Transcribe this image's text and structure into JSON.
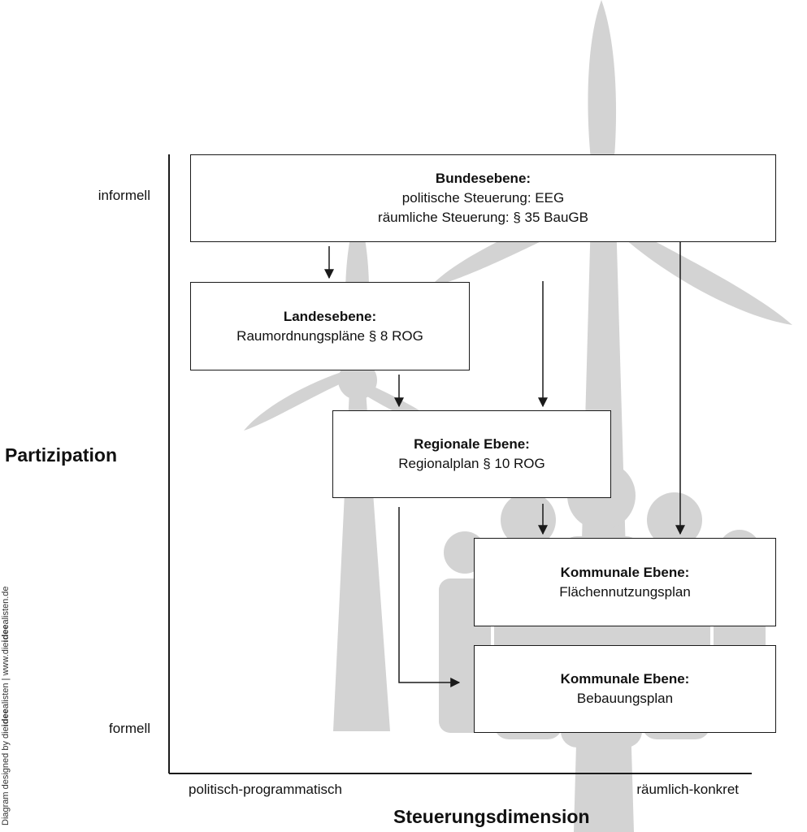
{
  "y_axis": {
    "title": "Partizipation",
    "top_label": "informell",
    "bottom_label": "formell"
  },
  "x_axis": {
    "title": "Steuerungsdimension",
    "left_label": "politisch-programmatisch",
    "right_label": "räumlich-konkret"
  },
  "boxes": {
    "bund": {
      "heading": "Bundesebene:",
      "line1": "politische Steuerung: EEG",
      "line2": "räumliche Steuerung: § 35 BauGB"
    },
    "land": {
      "heading": "Landesebene:",
      "line1": "Raumordnungspläne § 8 ROG"
    },
    "region": {
      "heading": "Regionale Ebene:",
      "line1": "Regionalplan § 10 ROG"
    },
    "fnp": {
      "heading": "Kommunale Ebene:",
      "line1": "Flächennutzungsplan"
    },
    "bplan": {
      "heading": "Kommunale Ebene:",
      "line1": "Bebauungsplan"
    }
  },
  "credit": {
    "prefix": "Diagram designed by die",
    "bold": "idee",
    "middle": "alisten | www.die",
    "bold2": "idee",
    "suffix": "alisten.de"
  },
  "colors": {
    "background_art": "#d4d4d4",
    "lines": "#1a1a1a",
    "box_fill": "#ffffff"
  }
}
